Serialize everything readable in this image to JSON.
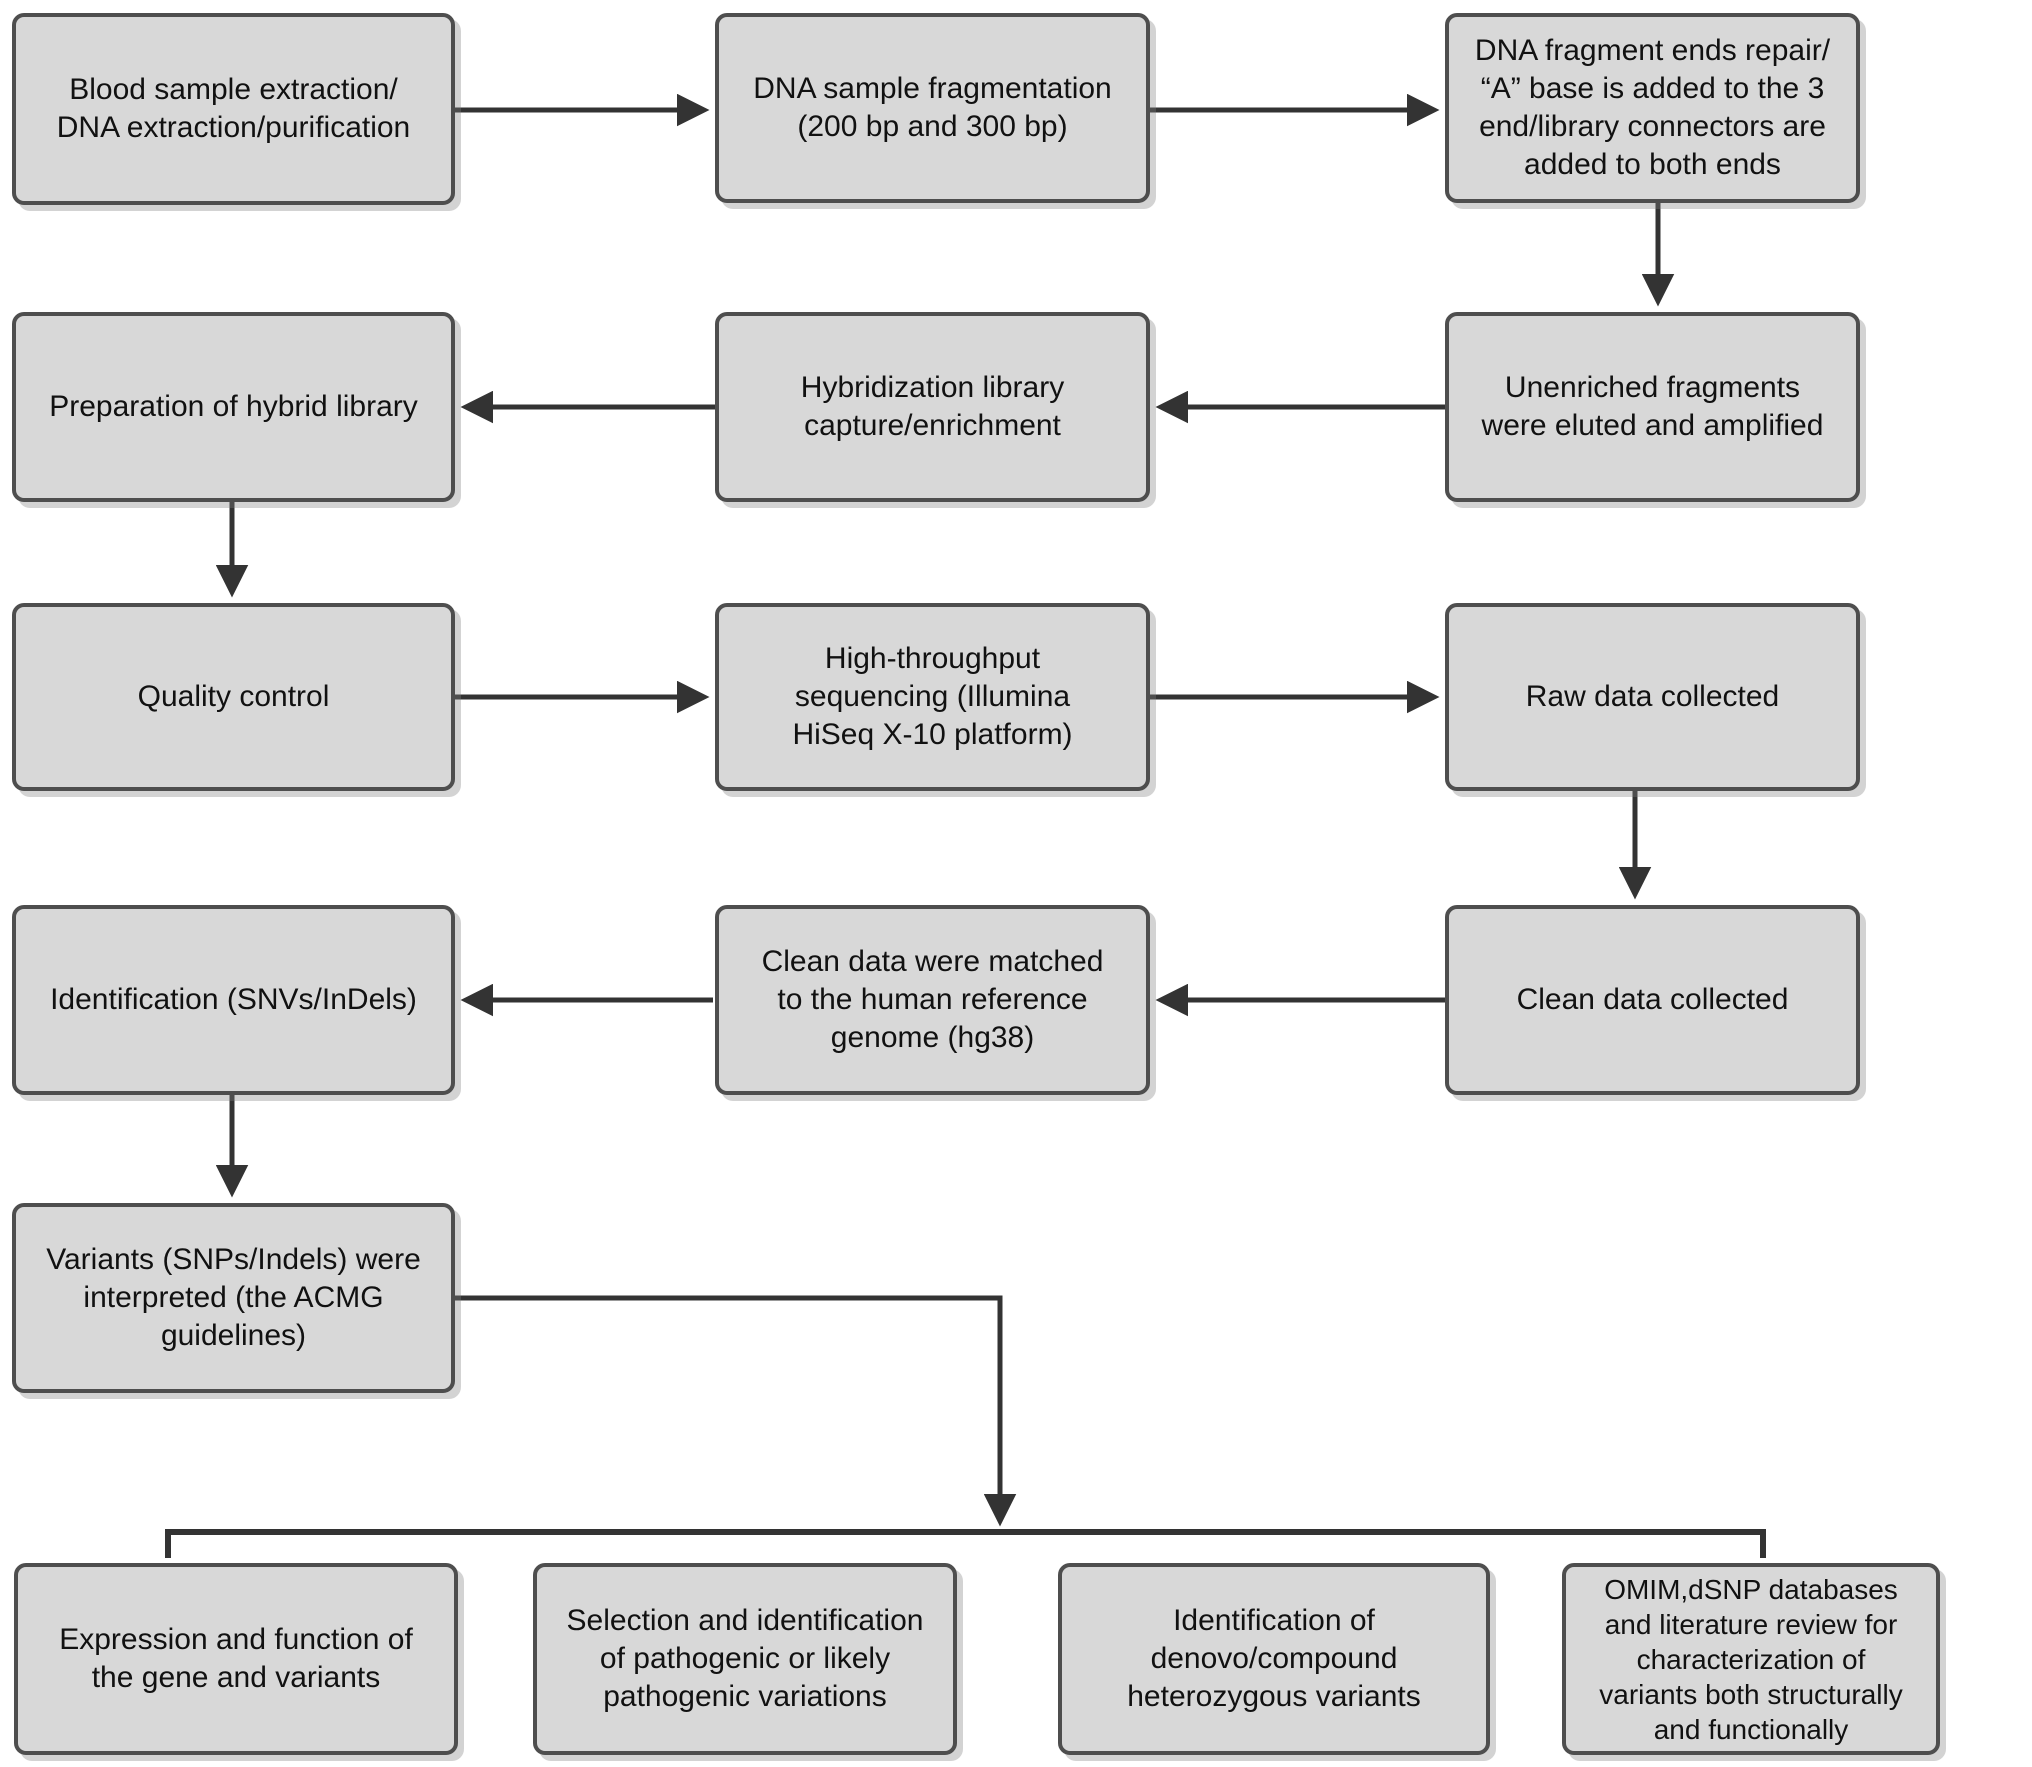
{
  "diagram": {
    "type": "flowchart",
    "background_color": "#ffffff",
    "node_fill_color": "#d8d8d8",
    "node_border_color": "#4e4e4e",
    "connector_color": "#333333",
    "text_color": "#111111"
  },
  "nodes": [
    {
      "id": "blood-sample-extraction",
      "text": "Blood sample extraction/\nDNA extraction/purification"
    },
    {
      "id": "dna-sample-fragmentation",
      "text": "DNA sample fragmentation\n(200 bp and 300 bp)"
    },
    {
      "id": "fragment-ends-repair",
      "text": "DNA fragment ends repair/\n“A” base is added to the 3\nend/library connectors are\nadded to both ends"
    },
    {
      "id": "preparation-hybrid-library",
      "text": "Preparation of hybrid library"
    },
    {
      "id": "hybridization-capture",
      "text": "Hybridization library\ncapture/enrichment"
    },
    {
      "id": "unenriched-fragments",
      "text": "Unenriched fragments\nwere eluted and amplified"
    },
    {
      "id": "quality-control",
      "text": "Quality control"
    },
    {
      "id": "high-throughput-sequencing",
      "text": "High-throughput\nsequencing (Illumina\nHiSeq X-10 platform)"
    },
    {
      "id": "raw-data-collected",
      "text": "Raw data collected"
    },
    {
      "id": "identification-snvs-indels",
      "text": "Identification (SNVs/InDels)"
    },
    {
      "id": "clean-data-matched",
      "text": "Clean data were matched\nto the human reference\ngenome (hg38)"
    },
    {
      "id": "clean-data-collected",
      "text": "Clean data collected"
    },
    {
      "id": "variants-interpreted",
      "text": "Variants (SNPs/Indels) were\ninterpreted (the ACMG\nguidelines)"
    },
    {
      "id": "expression-function",
      "text": "Expression and function of\nthe gene and variants"
    },
    {
      "id": "selection-pathogenic",
      "text": "Selection and identification\nof pathogenic or likely\npathogenic variations"
    },
    {
      "id": "denovo-compound",
      "text": "Identification of\ndenovo/compound\nheterozygous variants"
    },
    {
      "id": "omim-dsnp-review",
      "text": "OMIM,dSNP databases\nand literature review for\ncharacterization of\nvariants both structurally\nand functionally"
    }
  ],
  "edges": [
    {
      "from": "blood-sample-extraction",
      "to": "dna-sample-fragmentation"
    },
    {
      "from": "dna-sample-fragmentation",
      "to": "fragment-ends-repair"
    },
    {
      "from": "fragment-ends-repair",
      "to": "unenriched-fragments"
    },
    {
      "from": "unenriched-fragments",
      "to": "hybridization-capture"
    },
    {
      "from": "hybridization-capture",
      "to": "preparation-hybrid-library"
    },
    {
      "from": "preparation-hybrid-library",
      "to": "quality-control"
    },
    {
      "from": "quality-control",
      "to": "high-throughput-sequencing"
    },
    {
      "from": "high-throughput-sequencing",
      "to": "raw-data-collected"
    },
    {
      "from": "raw-data-collected",
      "to": "clean-data-collected"
    },
    {
      "from": "clean-data-collected",
      "to": "clean-data-matched"
    },
    {
      "from": "clean-data-matched",
      "to": "identification-snvs-indels"
    },
    {
      "from": "identification-snvs-indels",
      "to": "variants-interpreted"
    },
    {
      "from": "variants-interpreted",
      "to": "expression-function"
    },
    {
      "from": "variants-interpreted",
      "to": "selection-pathogenic"
    },
    {
      "from": "variants-interpreted",
      "to": "denovo-compound"
    },
    {
      "from": "variants-interpreted",
      "to": "omim-dsnp-review"
    }
  ]
}
